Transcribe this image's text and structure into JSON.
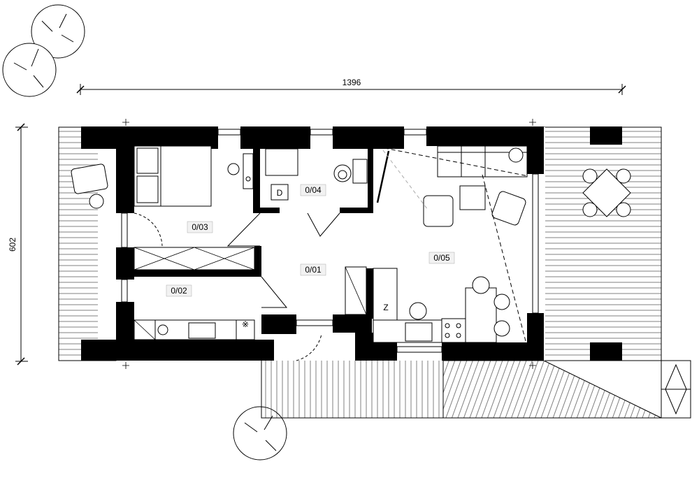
{
  "dimensions": {
    "width": "1396",
    "height": "602"
  },
  "rooms": [
    {
      "id": "room-0-01",
      "label": "0/01"
    },
    {
      "id": "room-0-02",
      "label": "0/02"
    },
    {
      "id": "room-0-03",
      "label": "0/03"
    },
    {
      "id": "room-0-04",
      "label": "0/04"
    },
    {
      "id": "room-0-05",
      "label": "0/05"
    }
  ],
  "symbols": {
    "fridge_mark": "Z",
    "toilet_mark": "D"
  },
  "colors": {
    "wall": "#000000",
    "background": "#ffffff"
  }
}
